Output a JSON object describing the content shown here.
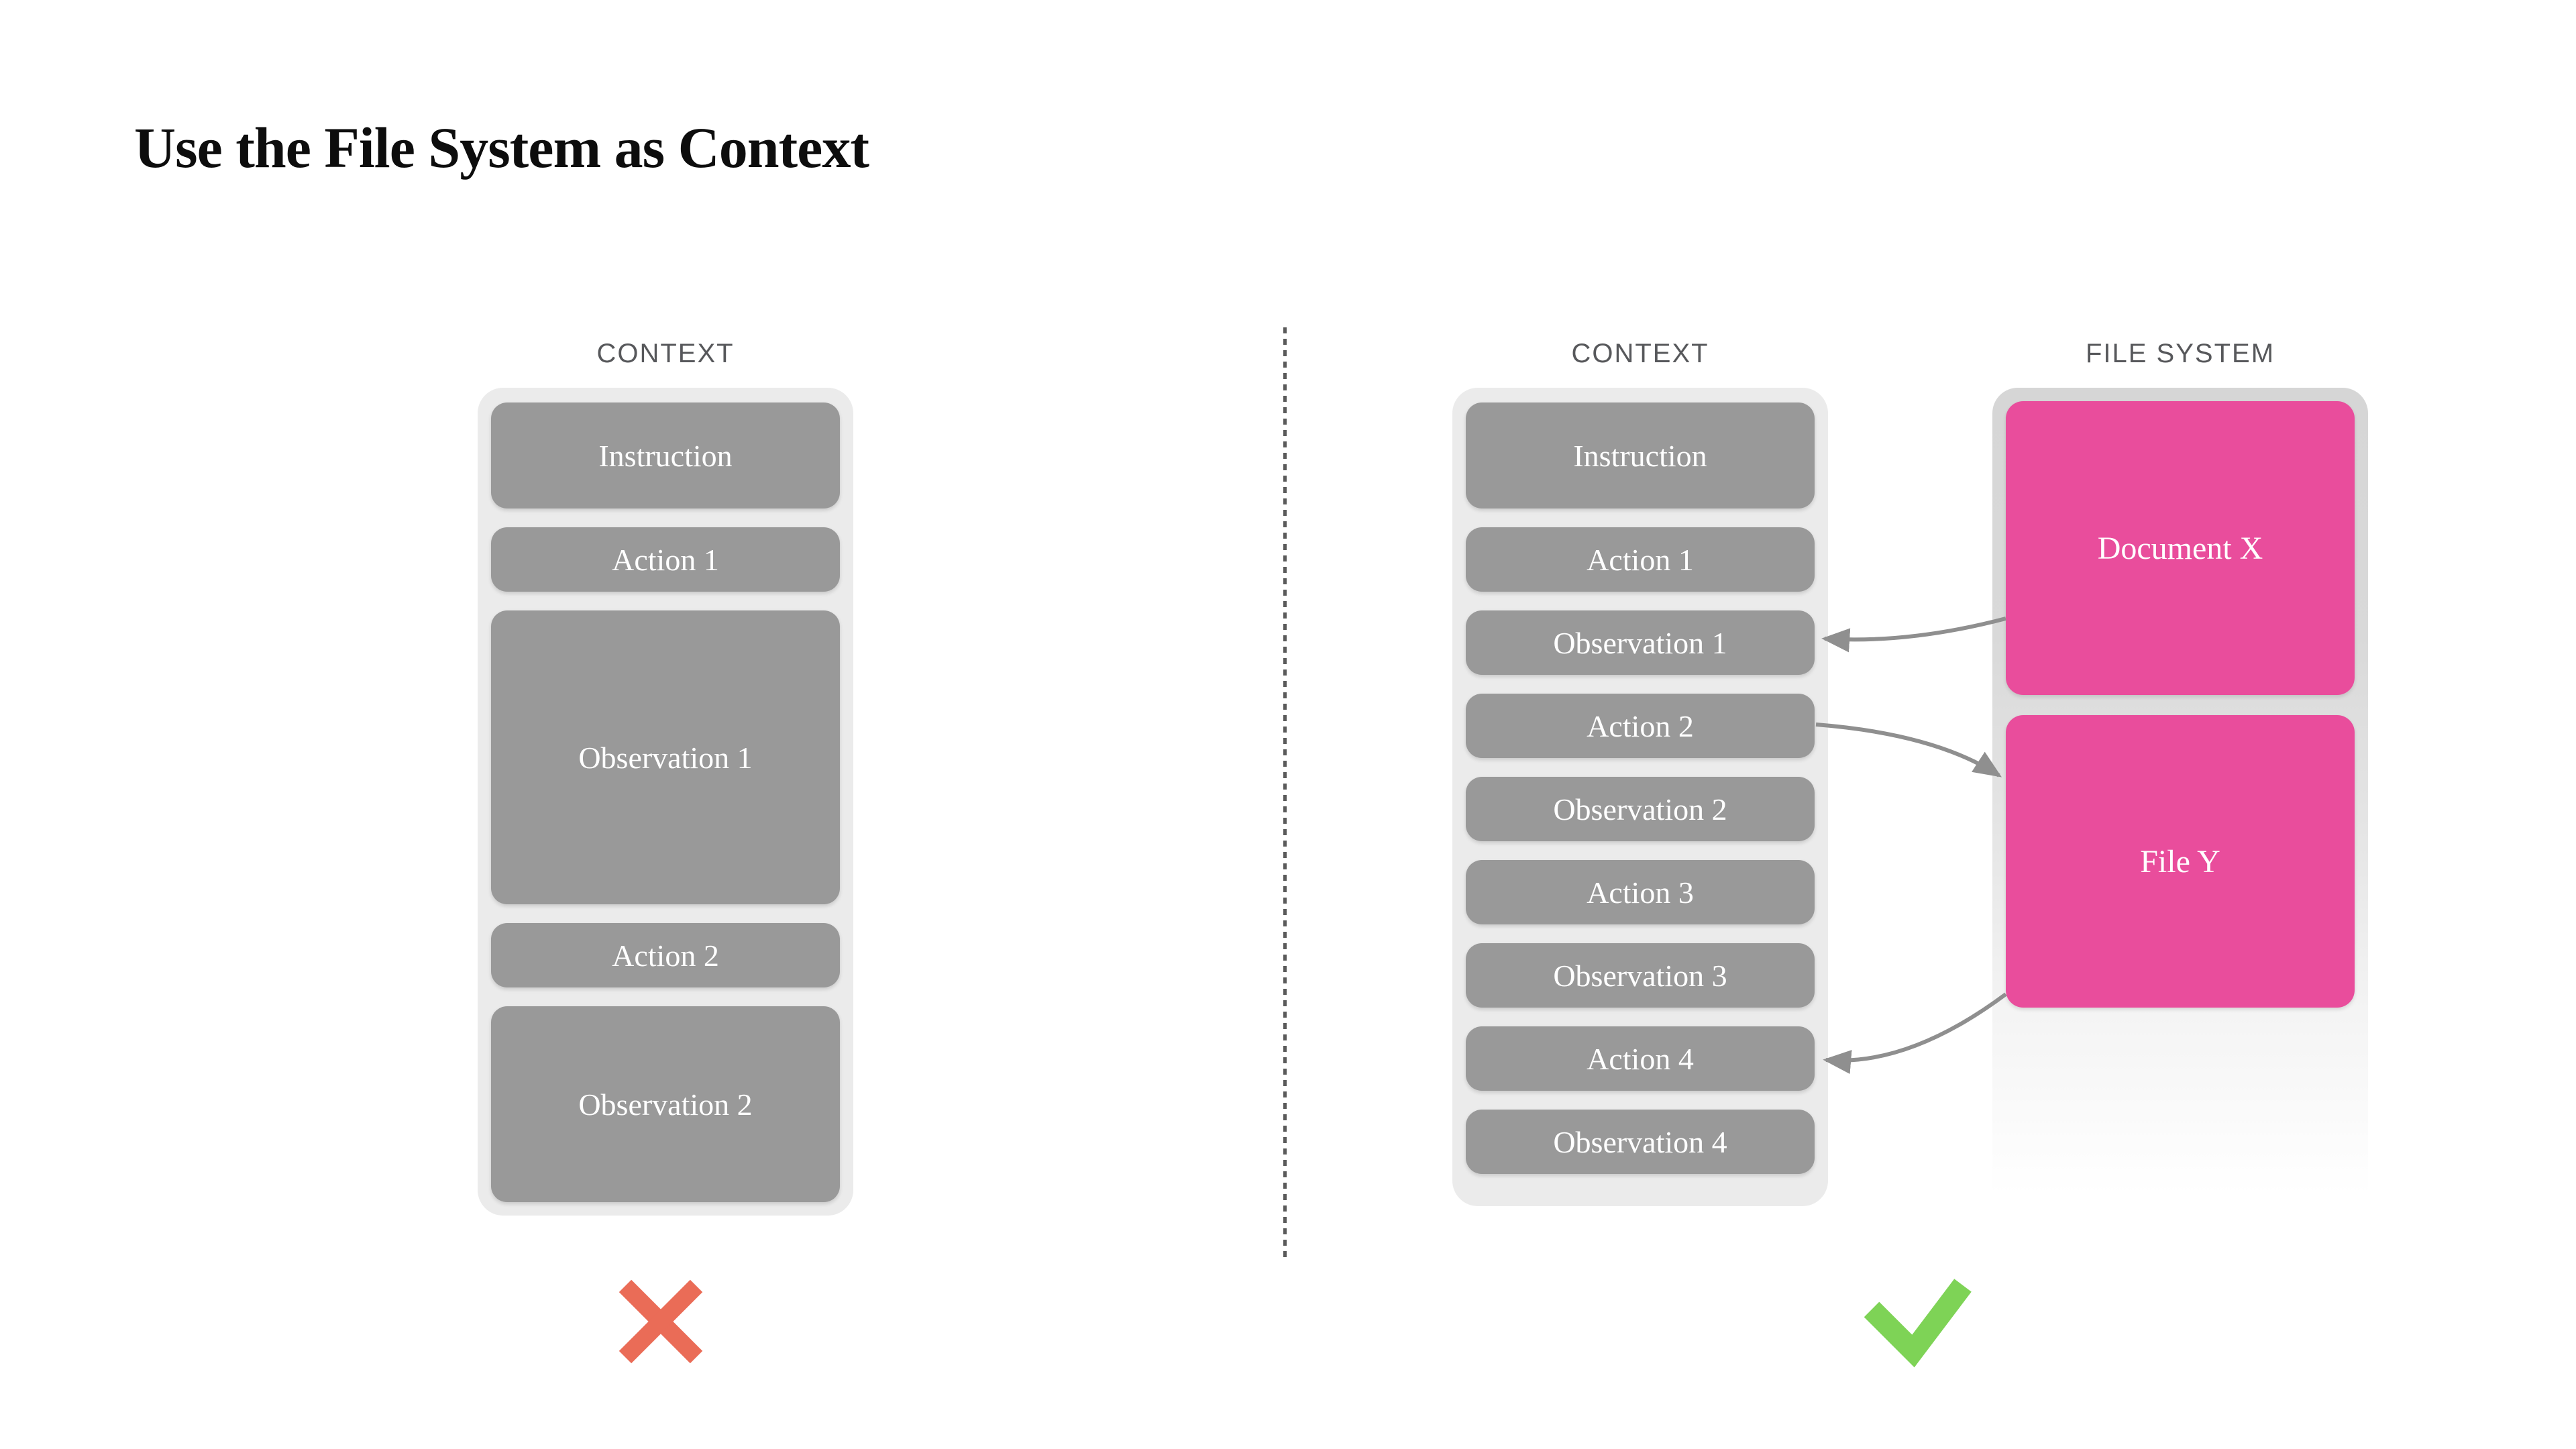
{
  "title": "Use the File System as Context",
  "left": {
    "label": "CONTEXT",
    "items": [
      "Instruction",
      "Action 1",
      "Observation 1",
      "Action 2",
      "Observation 2"
    ],
    "verdict": "rejected"
  },
  "right": {
    "context": {
      "label": "CONTEXT",
      "items": [
        "Instruction",
        "Action 1",
        "Observation 1",
        "Action 2",
        "Observation 2",
        "Action 3",
        "Observation 3",
        "Action 4",
        "Observation 4"
      ]
    },
    "file_system": {
      "label": "FILE SYSTEM",
      "files": [
        "Document X",
        "File Y"
      ]
    },
    "verdict": "approved"
  },
  "connections": [
    {
      "from": "Document X",
      "to": "Observation 1"
    },
    {
      "from": "Action 2",
      "to": "File Y"
    },
    {
      "from": "File Y",
      "to": "Action 4"
    }
  ],
  "colors": {
    "pink": "#e94d9c",
    "box_gray": "#999999",
    "context_panel_bg": "#ebebeb",
    "file_system_panel_bg": "#d6d6d6",
    "cross_red": "#ea6c57",
    "check_green": "#7ed356",
    "arrow_gray": "#8f8f8f",
    "label_gray": "#57585b",
    "divider_gray": "#5a5a5a"
  }
}
